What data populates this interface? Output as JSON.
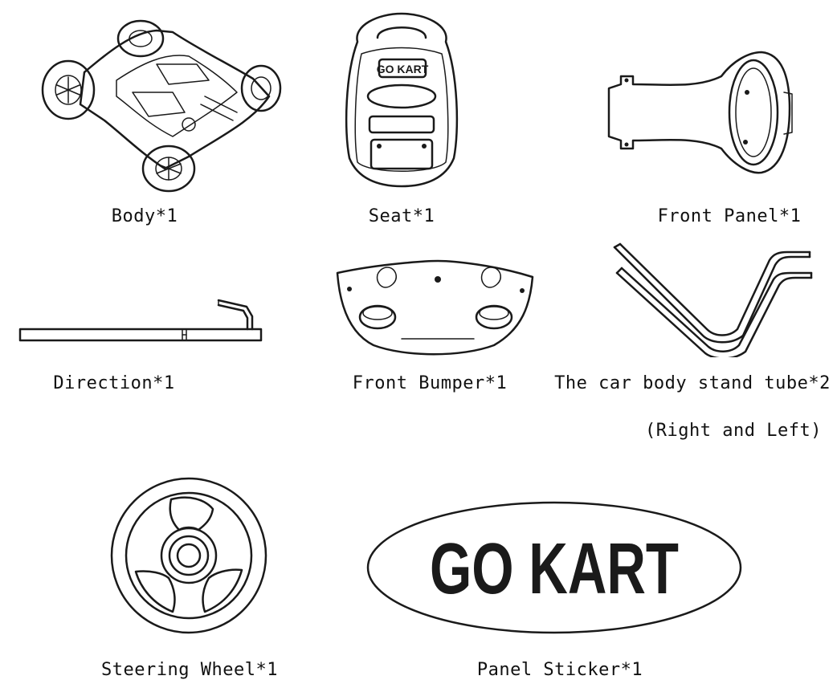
{
  "parts": {
    "body": {
      "label": "Body*1"
    },
    "seat": {
      "label": "Seat*1",
      "badge_text": "GO KART"
    },
    "front_panel": {
      "label": "Front Panel*1"
    },
    "direction": {
      "label": "Direction*1"
    },
    "front_bumper": {
      "label": "Front Bumper*1"
    },
    "stand_tube": {
      "label": "The car body stand tube*2",
      "note": "(Right and Left)"
    },
    "steering_wheel": {
      "label": "Steering Wheel*1"
    },
    "panel_sticker": {
      "label": "Panel Sticker*1",
      "sticker_text": "GO  KART"
    }
  },
  "colors": {
    "ink": "#1a1a1a",
    "background": "#ffffff"
  }
}
